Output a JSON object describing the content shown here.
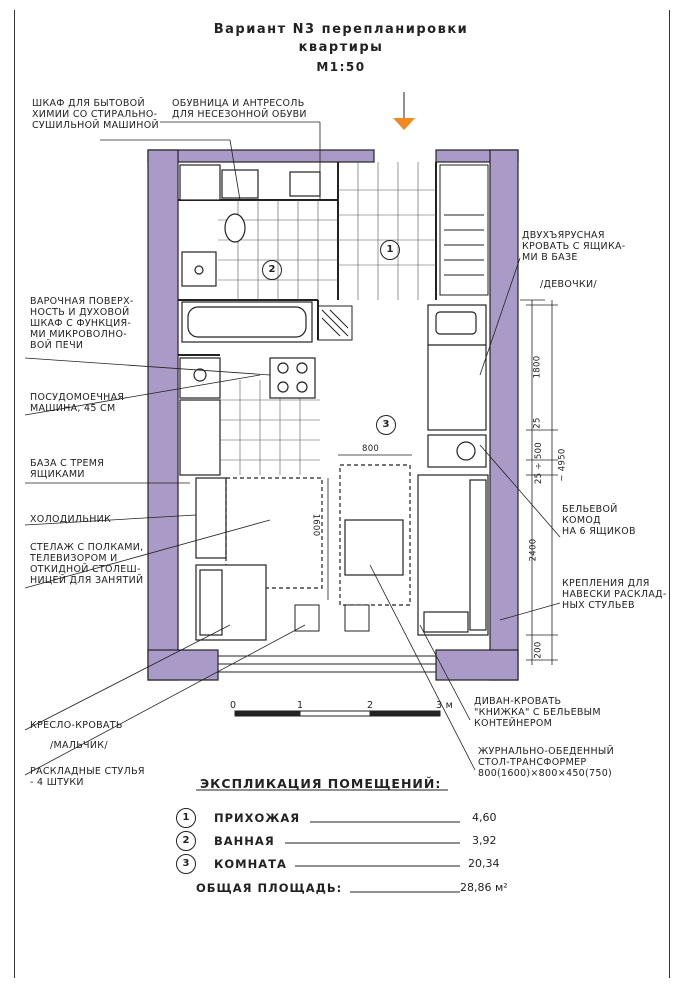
{
  "header": {
    "line1": "Вариант N3 перепланировки",
    "line2": "квартиры",
    "scale": "М1:50"
  },
  "labels": {
    "shkaf_byt": "ШКАФ ДЛЯ БЫТОВОЙ\nХИМИИ СО СТИРАЛЬНО-\nСУШИЛЬНОЙ МАШИНОЙ",
    "obuvnica": "ОБУВНИЦА И АНТРЕСОЛЬ\nДЛЯ НЕСЕЗОННОЙ ОБУВИ",
    "varochnaya": "ВАРОЧНАЯ ПОВЕРХ-\nНОСТЬ И ДУХОВОЙ\nШКАФ С ФУНКЦИЯ-\nМИ МИКРОВОЛНО-\nВОЙ ПЕЧИ",
    "posudo": "ПОСУДОМОЕЧНАЯ\nМАШИНА, 45 СМ",
    "baza": "БАЗА С ТРЕМЯ\nЯЩИКАМИ",
    "holod": "ХОЛОДИЛЬНИК",
    "stellazh": "СТЕЛАЖ С ПОЛКАМИ,\nТЕЛЕВИЗОРОМ И\nОТКИДНОЙ СТОЛЕШ-\nНИЦЕЙ ДЛЯ ЗАНЯТИЙ",
    "kreslo": "КРЕСЛО-КРОВАТЬ",
    "malchik": "/МАЛЬЧИК/",
    "stulya": "РАСКЛАДНЫЕ СТУЛЬЯ\n- 4 ШТУКИ",
    "dvuh": "ДВУХЪЯРУСНАЯ\nКРОВАТЬ С ЯЩИКА-\nМИ В БАЗЕ",
    "devochki": "/ДЕВОЧКИ/",
    "belevoy": "БЕЛЬЕВОЙ\nКОМОД\nНА 6 ЯЩИКОВ",
    "krepleniya": "КРЕПЛЕНИЯ ДЛЯ\nНАВЕСКИ РАСКЛАД-\nНЫХ СТУЛЬЕВ",
    "divan": "ДИВАН-КРОВАТЬ\n\"КНИЖКА\" С БЕЛЬЕВЫМ\nКОНТЕЙНЕРОМ",
    "stol": "ЖУРНАЛЬНО-ОБЕДЕННЫЙ\nСТОЛ-ТРАНСФОРМЕР\n800(1600)×800×450(750)"
  },
  "dimensions": {
    "d800": "800",
    "d1600": "1600",
    "d1800": "1800",
    "d25a": "25",
    "d25_500": "25 ÷ 500",
    "d4950": "~ 4950",
    "d2400": "2400",
    "d200": "200"
  },
  "scalebar": {
    "t0": "0",
    "t1": "1",
    "t2": "2",
    "t3": "3 м"
  },
  "rooms": {
    "r1": "1",
    "r2": "2",
    "r3": "3"
  },
  "explication": {
    "title": "ЭКСПЛИКАЦИЯ ПОМЕЩЕНИЙ:",
    "rows": [
      {
        "num": "1",
        "name": "ПРИХОЖАЯ",
        "area": "4,60"
      },
      {
        "num": "2",
        "name": "ВАННАЯ",
        "area": "3,92"
      },
      {
        "num": "3",
        "name": "КОМНАТА",
        "area": "20,34"
      }
    ],
    "total_label": "ОБЩАЯ ПЛОЩАДЬ:",
    "total_value": "28,86 м²"
  },
  "colors": {
    "wall": "#a99ac7",
    "line": "#222222",
    "arrow": "#f08a1e"
  }
}
